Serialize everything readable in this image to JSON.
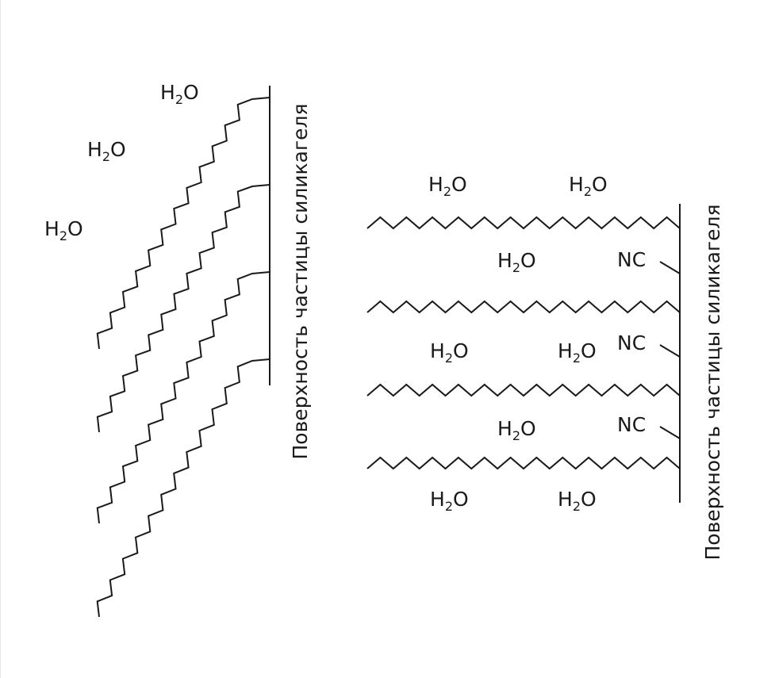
{
  "labels": {
    "water_prefix": "H",
    "water_sub": "2",
    "water_suffix": "O",
    "nitrile": "NC",
    "surface_left": "Поверхность частицы силикагеля",
    "surface_right": "Поверхность частицы силикагеля"
  },
  "colors": {
    "line": "#1a1a1a",
    "text": "#1a1a1a",
    "background": "#ffffff"
  }
}
